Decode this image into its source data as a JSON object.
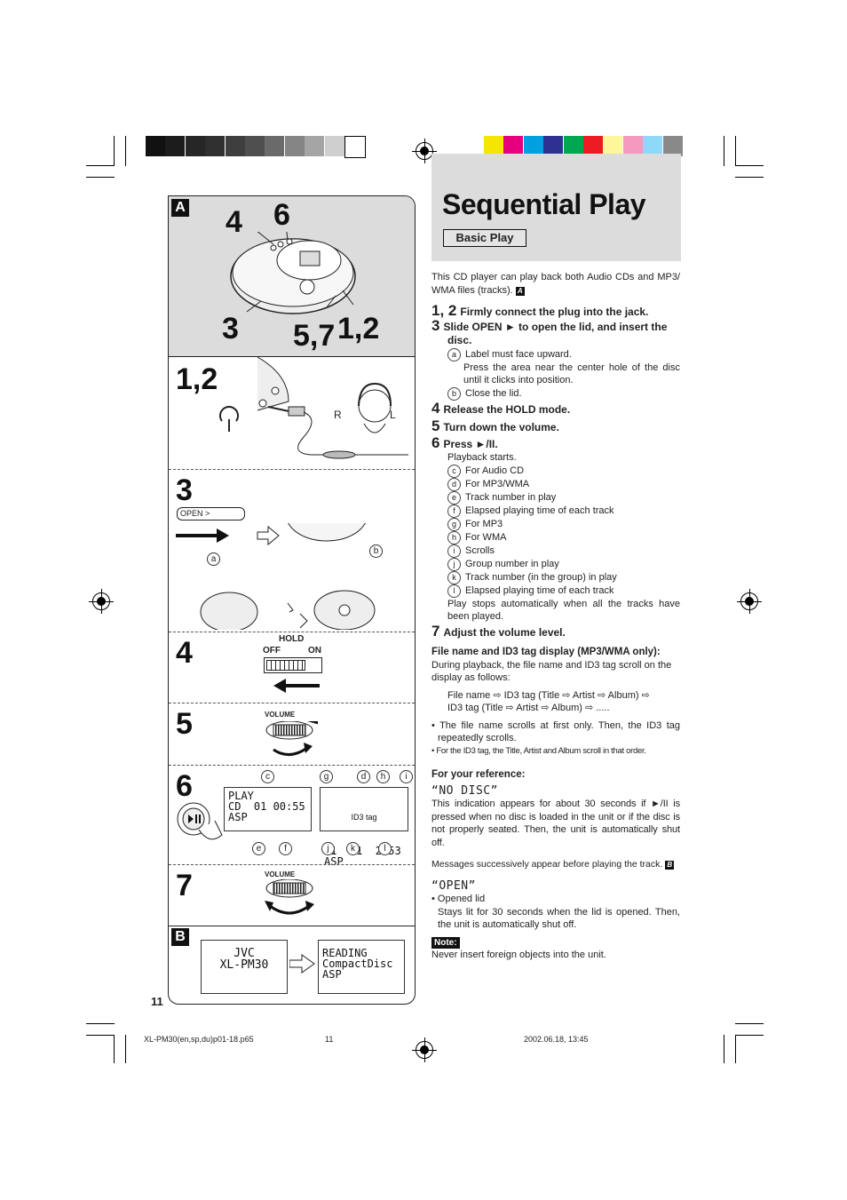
{
  "colors": {
    "gray_bar": [
      "#111111",
      "#1c1c1c",
      "#262626",
      "#303030",
      "#3e3e3e",
      "#4f4f4f",
      "#6a6a6a",
      "#858585",
      "#a5a5a5",
      "#cfcfcf",
      "#ffffff"
    ],
    "color_bar": [
      "#f5e600",
      "#e6007e",
      "#00a0e0",
      "#2e3192",
      "#00a650",
      "#ed1c24",
      "#fff799",
      "#f49ac1",
      "#8ed8f8",
      "#898989"
    ],
    "title_bg": "#dcdcdc"
  },
  "header": {
    "title": "Sequential Play",
    "badge": "Basic Play"
  },
  "panel": {
    "label_a": "A",
    "label_b": "B",
    "diagram_a": {
      "n4": "4",
      "n6": "6",
      "n3": "3",
      "n57": "5,7",
      "n12": "1,2"
    },
    "step_12": {
      "num": "1,2",
      "r": "R",
      "l": "L"
    },
    "step_3": {
      "num": "3",
      "open_label": "OPEN >",
      "a": "a",
      "b": "b"
    },
    "step_4": {
      "num": "4",
      "hold": "HOLD",
      "off": "OFF",
      "on": "ON"
    },
    "step_5": {
      "num": "5",
      "volume": "VOLUME"
    },
    "step_6": {
      "num": "6",
      "lcd_left": "PLAY\nCD  01 00:55\nASP",
      "lcd_right": "01  01  2:53\nASP",
      "id3_tag": "ID3 tag",
      "c": "c",
      "g": "g",
      "d": "d",
      "h": "h",
      "i": "i",
      "e": "e",
      "f": "f",
      "j": "j",
      "k": "k",
      "l": "l"
    },
    "step_7": {
      "num": "7",
      "volume": "VOLUME"
    },
    "section_b": {
      "lcd1": "JVC\nXL-PM30",
      "lcd2": "READING\nCompactDisc\nASP"
    },
    "page_number": "11"
  },
  "body": {
    "intro": "This CD player can play back both Audio CDs and MP3/ WMA files (tracks).",
    "intro_ref": "A",
    "steps": [
      {
        "num": "1, 2",
        "text": "Firmly connect the plug into the jack."
      },
      {
        "num": "3",
        "text": "Slide OPEN ► to open the lid, and insert the disc."
      },
      {
        "num": "4",
        "text": "Release the HOLD mode."
      },
      {
        "num": "5",
        "text": "Turn down the volume."
      },
      {
        "num": "6",
        "text": "Press ►/II."
      },
      {
        "num": "7",
        "text": "Adjust the volume level."
      }
    ],
    "step3_sub": [
      {
        "letter": "a",
        "text": "Label must face upward."
      },
      {
        "letter": "",
        "text": "Press the area near the center hole of the disc until it clicks into position."
      },
      {
        "letter": "b",
        "text": "Close the lid."
      }
    ],
    "step6_intro": "Playback starts.",
    "step6_sub": [
      {
        "letter": "c",
        "text": "For Audio CD"
      },
      {
        "letter": "d",
        "text": "For MP3/WMA"
      },
      {
        "letter": "e",
        "text": "Track number in play"
      },
      {
        "letter": "f",
        "text": "Elapsed playing time of each track"
      },
      {
        "letter": "g",
        "text": "For MP3"
      },
      {
        "letter": "h",
        "text": "For WMA"
      },
      {
        "letter": "i",
        "text": "Scrolls"
      },
      {
        "letter": "j",
        "text": "Group number in play"
      },
      {
        "letter": "k",
        "text": "Track number (in the group) in play"
      },
      {
        "letter": "l",
        "text": "Elapsed playing time of each track"
      }
    ],
    "step6_outro": "Play stops automatically when all the tracks have been played.",
    "id3_heading": "File name and ID3 tag display (MP3/WMA only):",
    "id3_text": "During playback, the file name and ID3 tag scroll on the display as follows:",
    "id3_seq1": "File name ⇨ ID3 tag (Title ⇨ Artist ⇨ Album) ⇨",
    "id3_seq2": "ID3 tag (Title ⇨ Artist ⇨ Album) ⇨ .....",
    "id3_bullet1": "• The file name scrolls at first only. Then, the ID3 tag repeatedly scrolls.",
    "id3_bullet2": "• For the ID3 tag, the Title, Artist and Album scroll in that order.",
    "ref_heading": "For your reference:",
    "nodisc_label": "“NO DISC”",
    "nodisc_text": "This indication appears for about 30 seconds if ►/II is pressed when no disc is loaded in the unit or if the disc is not properly seated. Then, the unit is automatically shut off.",
    "messages_text": "Messages successively appear before playing the track.",
    "messages_ref": "B",
    "open_label": "“OPEN”",
    "open_bullet": "• Opened lid",
    "open_text": "Stays lit for 30 seconds when the lid is opened. Then, the unit is automatically shut off.",
    "note_label": "Note:",
    "note_text": "Never insert foreign objects into the unit."
  },
  "footer": {
    "file": "XL-PM30(en,sp,du)p01-18.p65",
    "page": "11",
    "date": "2002.06.18, 13:45"
  }
}
